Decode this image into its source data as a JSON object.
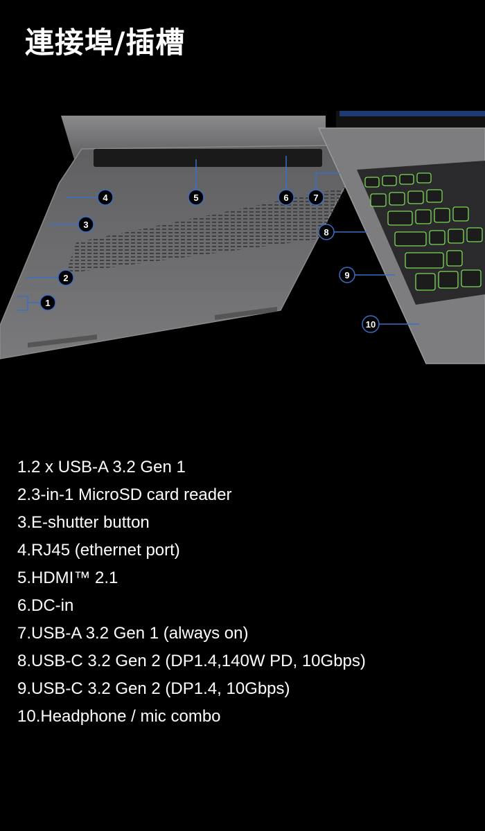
{
  "title": "連接埠/插槽",
  "callouts": [
    "1",
    "2",
    "3",
    "4",
    "5",
    "6",
    "7",
    "8",
    "9",
    "10"
  ],
  "specs": [
    "1.2 x USB-A 3.2 Gen 1",
    "2.3-in-1 MicroSD card reader",
    "3.E-shutter button",
    "4.RJ45 (ethernet port)",
    "5.HDMI™ 2.1",
    "6.DC-in",
    "7.USB-A 3.2 Gen 1 (always on)",
    "8.USB-C 3.2 Gen 2 (DP1.4,140W PD, 10Gbps)",
    "9.USB-C 3.2 Gen 2 (DP1.4, 10Gbps)",
    "10.Headphone / mic combo"
  ],
  "colors": {
    "callout_ring": "#3a6fc4",
    "keyboard_glow": "#7ed957",
    "chassis": "#6e6e70"
  }
}
